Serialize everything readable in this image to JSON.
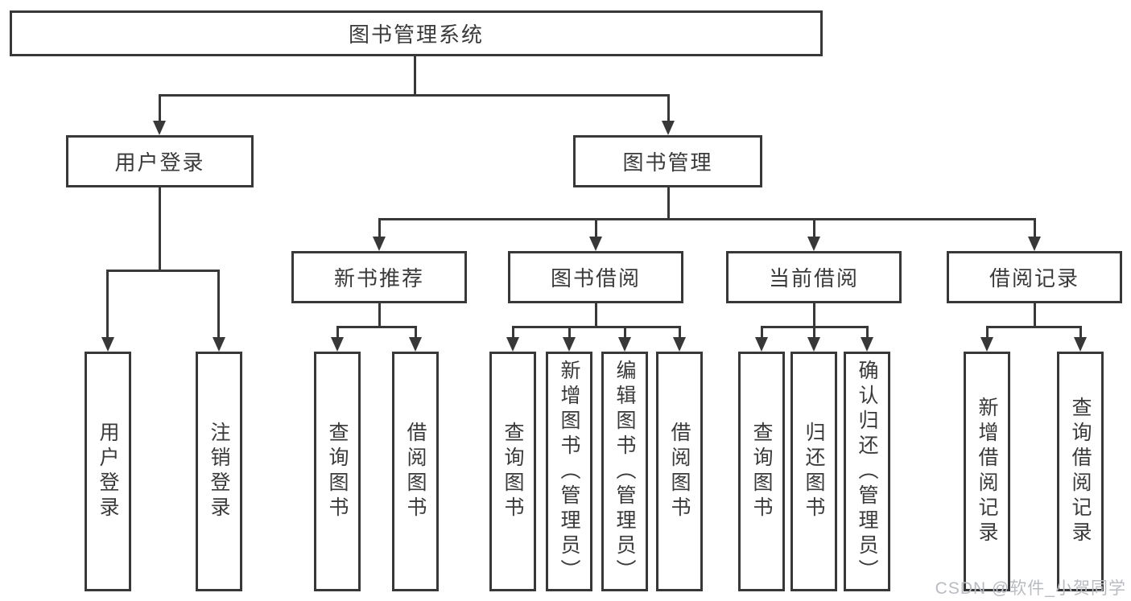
{
  "diagram": {
    "title": "图书管理系统",
    "level2": {
      "user_login": "用户登录",
      "book_mgmt": "图书管理"
    },
    "level3": {
      "new_books": "新书推荐",
      "book_borrow": "图书借阅",
      "current_borrow": "当前借阅",
      "borrow_records": "借阅记录"
    },
    "leaves": {
      "user_login": [
        "用户登录",
        "注销登录"
      ],
      "new_books": [
        "查询图书",
        "借阅图书"
      ],
      "book_borrow": [
        "查询图书",
        "新增图书（管理员）",
        "编辑图书（管理员）",
        "借阅图书"
      ],
      "current_borrow": [
        "查询图书",
        "归还图书",
        "确认归还（管理员）"
      ],
      "borrow_records": [
        "新增借阅记录",
        "查询借阅记录"
      ]
    },
    "colors": {
      "line": "#383838",
      "text": "#3a3a3a",
      "watermark_text": "#b8bcc2"
    }
  },
  "watermark": "CSDN @软件_小贺同学"
}
